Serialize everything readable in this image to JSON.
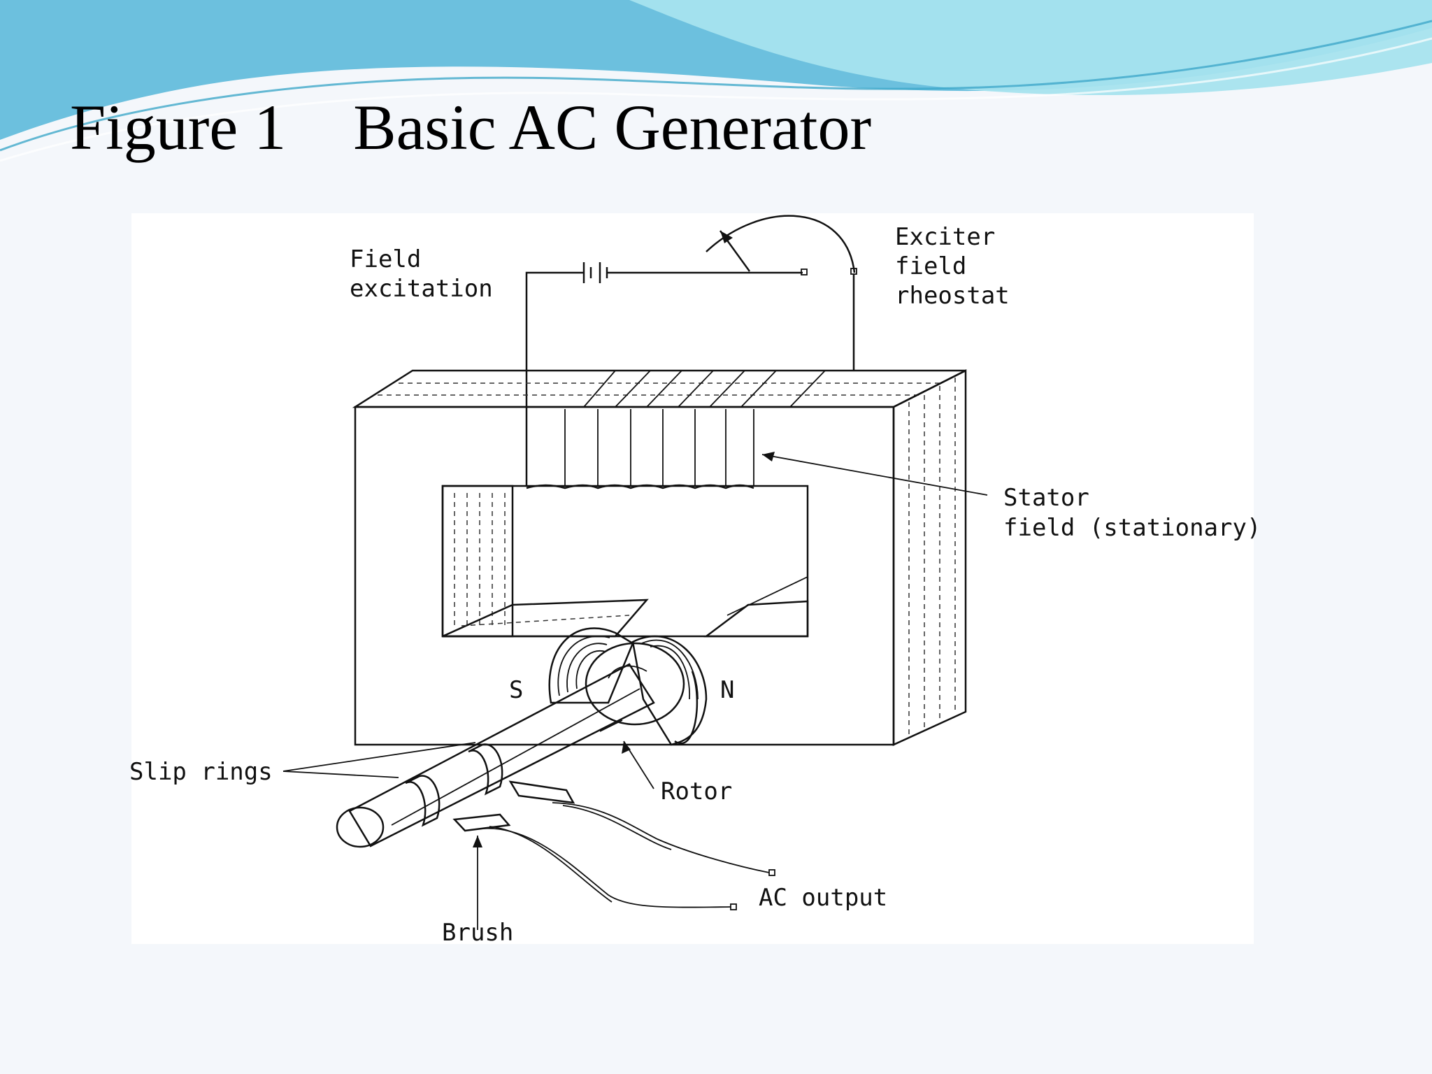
{
  "slide": {
    "title_figure": "Figure 1",
    "title_text": "Basic AC Generator",
    "colors": {
      "wave_dark": "#5fb6d8",
      "wave_light": "#9fe0ec",
      "background": "#f4f7fb",
      "figure_bg": "#ffffff",
      "ink": "#111111"
    }
  },
  "diagram": {
    "labels": {
      "field_excitation_1": "Field",
      "field_excitation_2": "excitation",
      "exciter_1": "Exciter",
      "exciter_2": "field",
      "exciter_3": "rheostat",
      "stator_1": "Stator",
      "stator_2": "field (stationary)",
      "pole_s": "S",
      "pole_n": "N",
      "slip_rings": "Slip rings",
      "rotor": "Rotor",
      "ac_output": "AC output",
      "brush": "Brush"
    }
  }
}
